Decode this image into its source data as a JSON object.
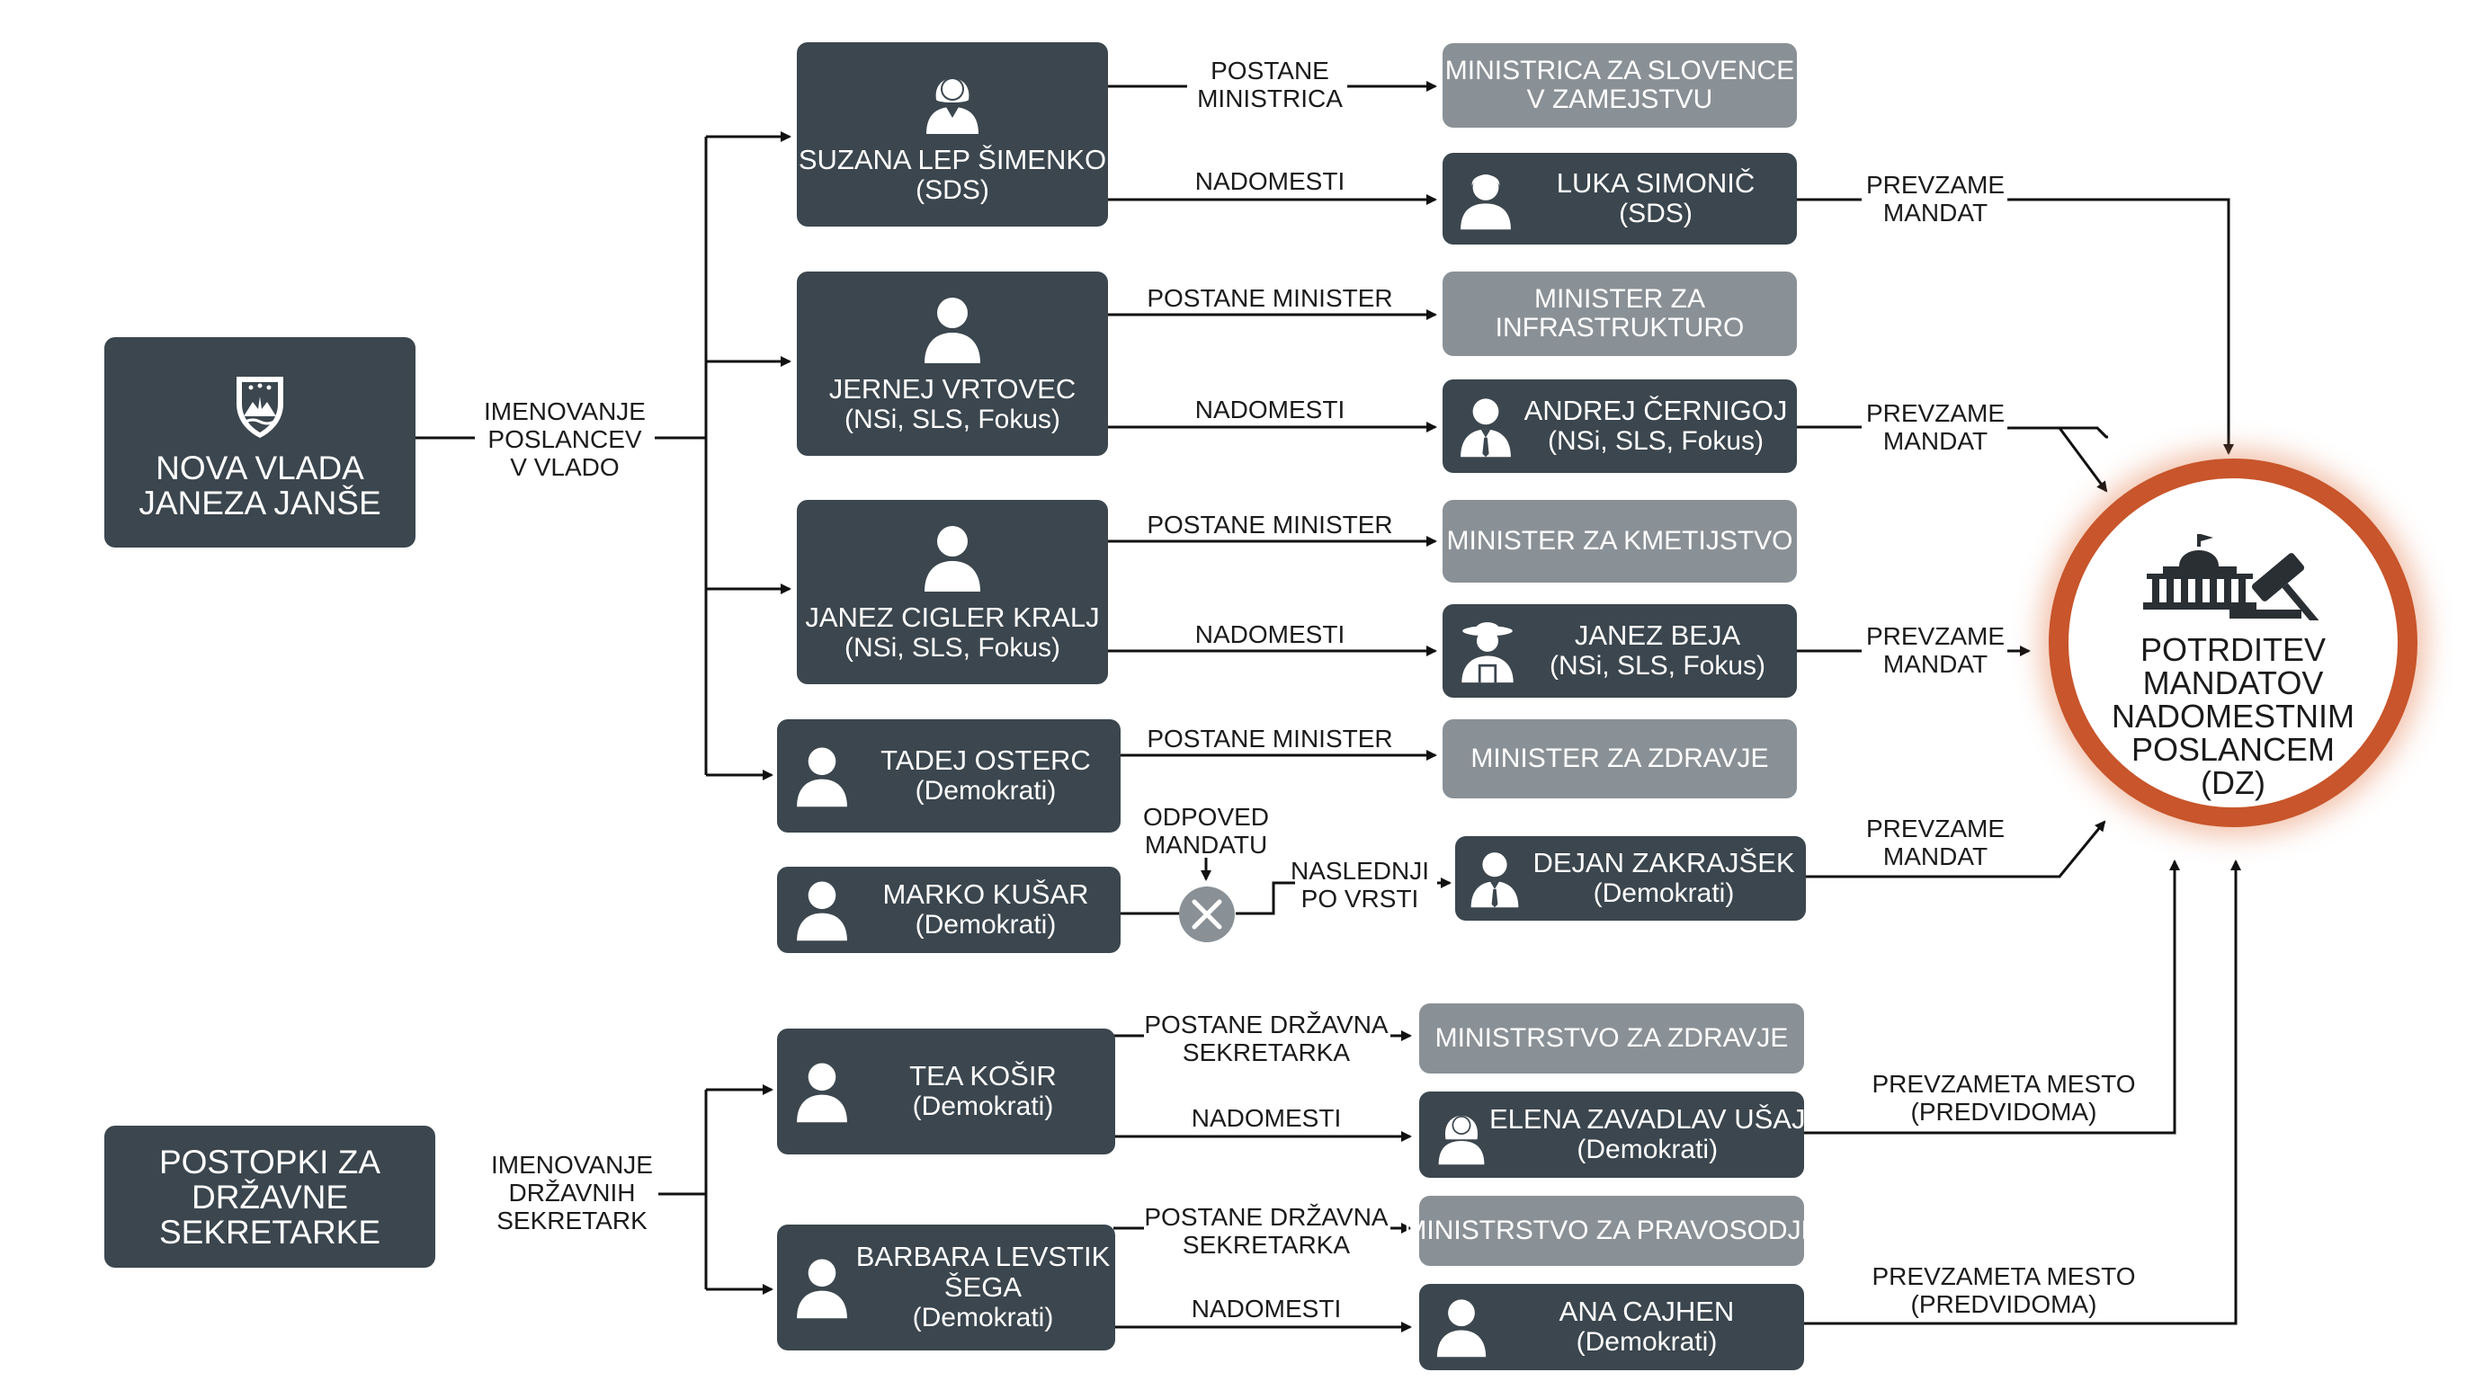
{
  "government": {
    "line1": "NOVA VLADA",
    "line2": "JANEZA JANŠE"
  },
  "secretaries_process": {
    "line1": "POSTOPKI ZA",
    "line2": "DRŽAVNE",
    "line3": "SEKRETARKE"
  },
  "labels": {
    "appoint_mps_1": "IMENOVANJE",
    "appoint_mps_2": "POSLANCEV",
    "appoint_mps_3": "V VLADO",
    "appoint_sec_1": "IMENOVANJE",
    "appoint_sec_2": "DRŽAVNIH",
    "appoint_sec_3": "SEKRETARK",
    "becomes_minister_f_1": "POSTANE",
    "becomes_minister_f_2": "MINISTRICA",
    "becomes_minister": "POSTANE MINISTER",
    "replaces": "NADOMESTI",
    "takes_mandate_1": "PREVZAME",
    "takes_mandate_2": "MANDAT",
    "resignation_1": "ODPOVED",
    "resignation_2": "MANDATU",
    "next_in_line_1": "NASLEDNJI",
    "next_in_line_2": "PO VRSTI",
    "becomes_secretary_1": "POSTANE DRŽAVNA",
    "becomes_secretary_2": "SEKRETARKA",
    "take_seat_1": "PREVZAMETA MESTO",
    "take_seat_2": "(PREDVIDOMA)"
  },
  "mps": [
    {
      "name": "SUZANA LEP ŠIMENKO",
      "party": "(SDS)"
    },
    {
      "name": "JERNEJ VRTOVEC",
      "party": "(NSi, SLS, Fokus)"
    },
    {
      "name": "JANEZ CIGLER KRALJ",
      "party": "(NSi, SLS, Fokus)"
    },
    {
      "name": "TADEJ OSTERC",
      "party": "(Demokrati)"
    },
    {
      "name": "MARKO KUŠAR",
      "party": "(Demokrati)"
    }
  ],
  "posts": [
    {
      "line1": "MINISTRICA ZA SLOVENCE",
      "line2": "V ZAMEJSTVU"
    },
    {
      "line1": "MINISTER ZA",
      "line2": "INFRASTRUKTURO"
    },
    {
      "line1": "MINISTER ZA KMETIJSTVO"
    },
    {
      "line1": "MINISTER ZA ZDRAVJE"
    },
    {
      "line1": "MINISTRSTVO ZA ZDRAVJE"
    },
    {
      "line1": "MINISTRSTVO ZA PRAVOSODJE"
    }
  ],
  "substitutes": [
    {
      "name": "LUKA SIMONIČ",
      "party": "(SDS)"
    },
    {
      "name": "ANDREJ ČERNIGOJ",
      "party": "(NSi, SLS, Fokus)"
    },
    {
      "name": "JANEZ BEJA",
      "party": "(NSi, SLS, Fokus)"
    },
    {
      "name": "DEJAN ZAKRAJŠEK",
      "party": "(Demokrati)"
    },
    {
      "name": "ELENA ZAVADLAV UŠAJ",
      "party": "(Demokrati)"
    },
    {
      "name": "ANA CAJHEN",
      "party": "(Demokrati)"
    }
  ],
  "secretaries": [
    {
      "name": "TEA KOŠIR",
      "party": "(Demokrati)"
    },
    {
      "name1": "BARBARA LEVSTIK",
      "name2": "ŠEGA",
      "party": "(Demokrati)"
    }
  ],
  "confirmation": {
    "line1": "POTRDITEV",
    "line2": "MANDATOV",
    "line3": "NADOMESTNIM",
    "line4": "POSLANCEM",
    "line5": "(DZ)"
  },
  "colors": {
    "dark_box": "#3b464e",
    "gray_box": "#8a9196",
    "accent_ring": "#c8552b",
    "line": "#111111"
  },
  "icons": [
    "slovenia-coat-of-arms-icon",
    "woman-icon",
    "person-icon",
    "man-suit-icon",
    "farmer-hat-icon",
    "close-x-icon",
    "parliament-gavel-icon"
  ]
}
